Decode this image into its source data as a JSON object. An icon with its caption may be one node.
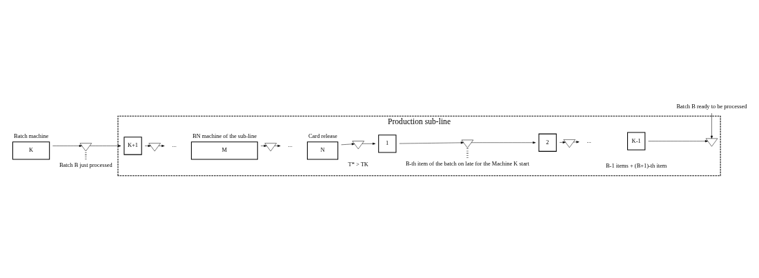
{
  "diagram": {
    "nodes": [
      {
        "text": [
          "Production sub-line"
        ]
      },
      {
        "text": [
          "K"
        ],
        "beside": [
          "Batch machine"
        ]
      },
      {
        "text": [],
        "shape": "triangle"
      },
      {
        "text": [
          "K+1"
        ],
        "in": 0
      },
      {
        "text": [],
        "shape": "triangle",
        "in": 0
      },
      {
        "text": [
          "..."
        ],
        "in": 0
      },
      {
        "text": [
          "M"
        ],
        "beside": [
          "BN machine of the sub-line"
        ],
        "in": 0
      },
      {
        "text": [],
        "shape": "triangle",
        "in": 0
      },
      {
        "text": [
          "..."
        ],
        "in": 0
      },
      {
        "text": [
          "N"
        ],
        "beside": [
          "Card release"
        ],
        "in": 0
      },
      {
        "text": [],
        "shape": "triangle",
        "in": 0
      },
      {
        "text": [
          "1"
        ],
        "in": 0
      },
      {
        "text": [],
        "shape": "triangle",
        "in": 0
      },
      {
        "text": [
          "B-th item of the batch on late for the Machine K start"
        ],
        "in": 0
      },
      {
        "text": [
          "2"
        ],
        "in": 0
      },
      {
        "text": [],
        "shape": "triangle",
        "in": 0
      },
      {
        "text": [
          "..."
        ],
        "in": 0
      },
      {
        "text": [
          "K-1"
        ],
        "in": 0
      },
      {
        "text": [],
        "shape": "triangle",
        "in": 0
      },
      {
        "text": [
          "Batch B ready to be processed"
        ]
      },
      {
        "text": [
          "Batch B just processed"
        ]
      }
    ],
    "edges": [
      {
        "from": 1,
        "to": 2,
        "arrow": "to"
      },
      {
        "from": 2,
        "to": 3,
        "arrow": "to"
      },
      {
        "from": 3,
        "to": 4,
        "arrow": "to"
      },
      {
        "from": 4,
        "to": 5,
        "arrow": "to"
      },
      {
        "from": 6,
        "to": 7,
        "arrow": "to"
      },
      {
        "from": 7,
        "to": 8,
        "arrow": "to"
      },
      {
        "from": 9,
        "to": 10,
        "arrow": "to"
      },
      {
        "from": 10,
        "to": 11,
        "arrow": "to"
      },
      {
        "from": 11,
        "to": 12,
        "arrow": "to"
      },
      {
        "from": 12,
        "to": 14,
        "arrow": "to"
      },
      {
        "from": 14,
        "to": 15,
        "arrow": "to"
      },
      {
        "from": 15,
        "to": 16,
        "arrow": "to"
      },
      {
        "from": 17,
        "to": 18,
        "arrow": "to"
      },
      {
        "from": 20,
        "to": 2,
        "arrow": "none",
        "style": "dashed"
      },
      {
        "from": 13,
        "to": 12,
        "arrow": "none",
        "style": "dashed"
      },
      {
        "from": 19,
        "to": 18,
        "arrow": "to"
      }
    ],
    "labels": [
      "B-1 items + (B+1)-th item",
      "T* > TK"
    ]
  }
}
